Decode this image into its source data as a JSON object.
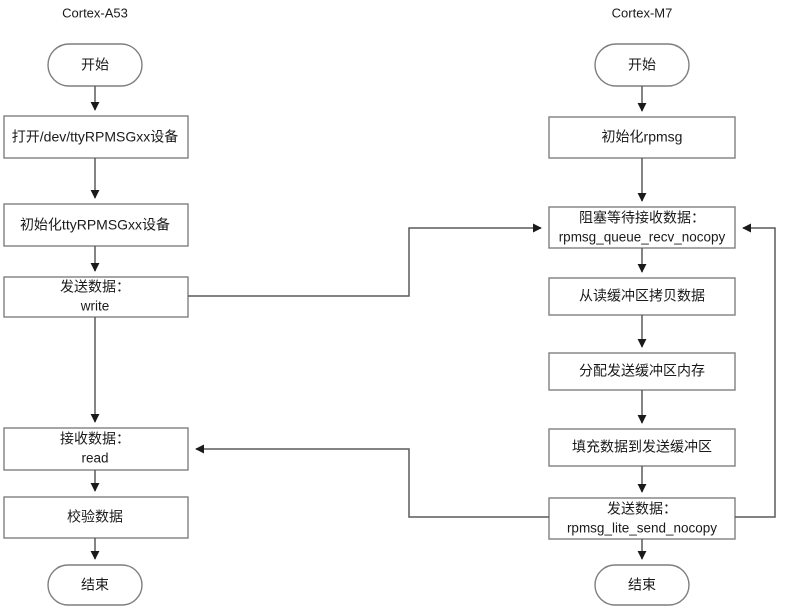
{
  "diagram": {
    "title": "RPMsg communication flowchart between Cortex-A53 and Cortex-M7",
    "colors": {
      "background": "#ffffff",
      "box_border": "#7f7f7f",
      "edge": "#5a5a5a",
      "text": "#1a1a1a"
    }
  },
  "columns": [
    {
      "id": "a53",
      "title": "Cortex-A53"
    },
    {
      "id": "m7",
      "title": "Cortex-M7"
    }
  ],
  "left_column": {
    "title": "Cortex-A53",
    "nodes": [
      {
        "id": "a53-start",
        "shape": "terminator",
        "line1": "开始",
        "line2": ""
      },
      {
        "id": "a53-open",
        "shape": "process",
        "line1": "打开/dev/ttyRPMSGxx设备",
        "line2": ""
      },
      {
        "id": "a53-init",
        "shape": "process",
        "line1": "初始化ttyRPMSGxx设备",
        "line2": ""
      },
      {
        "id": "a53-send",
        "shape": "process",
        "line1": "发送数据：",
        "line2": "write"
      },
      {
        "id": "a53-recv",
        "shape": "process",
        "line1": "接收数据：",
        "line2": "read"
      },
      {
        "id": "a53-verify",
        "shape": "process",
        "line1": "校验数据",
        "line2": ""
      },
      {
        "id": "a53-end",
        "shape": "terminator",
        "line1": "结束",
        "line2": ""
      }
    ]
  },
  "right_column": {
    "title": "Cortex-M7",
    "nodes": [
      {
        "id": "m7-start",
        "shape": "terminator",
        "line1": "开始",
        "line2": ""
      },
      {
        "id": "m7-init",
        "shape": "process",
        "line1": "初始化rpmsg",
        "line2": ""
      },
      {
        "id": "m7-wait",
        "shape": "process",
        "line1": "阻塞等待接收数据：",
        "line2": "rpmsg_queue_recv_nocopy"
      },
      {
        "id": "m7-copy",
        "shape": "process",
        "line1": "从读缓冲区拷贝数据",
        "line2": ""
      },
      {
        "id": "m7-alloc",
        "shape": "process",
        "line1": "分配发送缓冲区内存",
        "line2": ""
      },
      {
        "id": "m7-fill",
        "shape": "process",
        "line1": "填充数据到发送缓冲区",
        "line2": ""
      },
      {
        "id": "m7-send",
        "shape": "process",
        "line1": "发送数据：",
        "line2": "rpmsg_lite_send_nocopy"
      },
      {
        "id": "m7-end",
        "shape": "terminator",
        "line1": "结束",
        "line2": ""
      }
    ]
  },
  "cross_edges": [
    {
      "id": "edge-a53send-to-m7wait",
      "from": "a53-send",
      "to": "m7-wait",
      "direction": "left-to-right"
    },
    {
      "id": "edge-m7send-to-a53recv",
      "from": "m7-send",
      "to": "a53-recv",
      "direction": "right-to-left"
    },
    {
      "id": "edge-m7send-to-m7wait",
      "from": "m7-send",
      "to": "m7-wait",
      "direction": "loop-right"
    }
  ]
}
